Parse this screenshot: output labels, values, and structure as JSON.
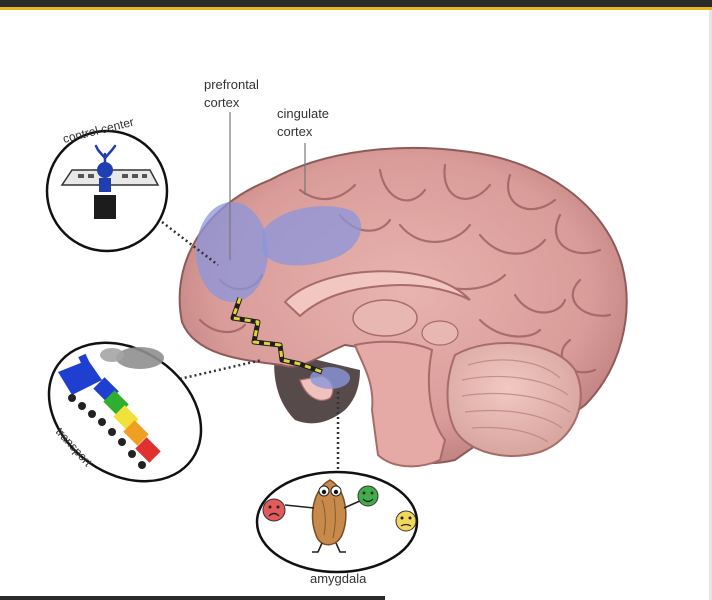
{
  "labels": {
    "prefrontal_line1": "prefrontal",
    "prefrontal_line2": "cortex",
    "cingulate_line1": "cingulate",
    "cingulate_line2": "cortex",
    "control_center": "control center",
    "transport": "transport",
    "amygdala": "amygdala"
  },
  "colors": {
    "brain": "#d99c99",
    "brain_dark": "#b06f6e",
    "highlight": "#8b96dc",
    "path": "#e3d33a",
    "accent_bar": "#e7b422"
  },
  "icons": [
    "brain-illustration",
    "control-center-icon",
    "train-icon",
    "amygdala-character-icon",
    "sad-face-icon",
    "happy-face-icon",
    "confused-face-icon"
  ]
}
